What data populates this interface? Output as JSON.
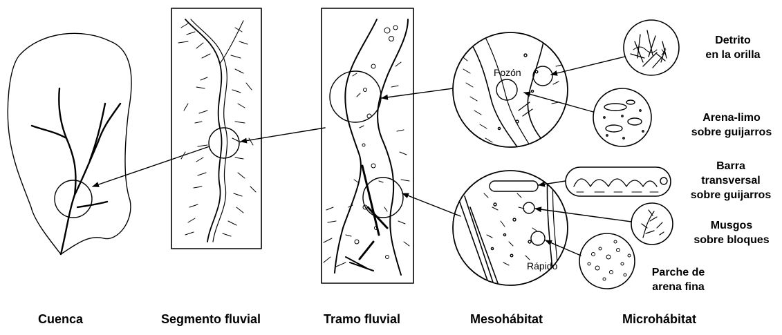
{
  "scale_labels": {
    "cuenca": "Cuenca",
    "segmento": "Segmento fluvial",
    "tramo": "Tramo fluvial",
    "mesohabitat": "Mesohábitat",
    "microhabitat": "Microhábitat"
  },
  "mesohabitat_labels": {
    "pozon": "Pozón",
    "rapido": "Rápido"
  },
  "microhabitats": {
    "detrito_1": "Detrito",
    "detrito_2": "en la orilla",
    "arena_limo_1": "Arena-limo",
    "arena_limo_2": "sobre guijarros",
    "barra_1": "Barra",
    "barra_2": "transversal",
    "barra_3": "sobre guijarros",
    "musgos_1": "Musgos",
    "musgos_2": "sobre bloques",
    "parche_1": "Parche de",
    "parche_2": "arena fina"
  },
  "colors": {
    "ink": "#000000",
    "paper": "#ffffff"
  }
}
